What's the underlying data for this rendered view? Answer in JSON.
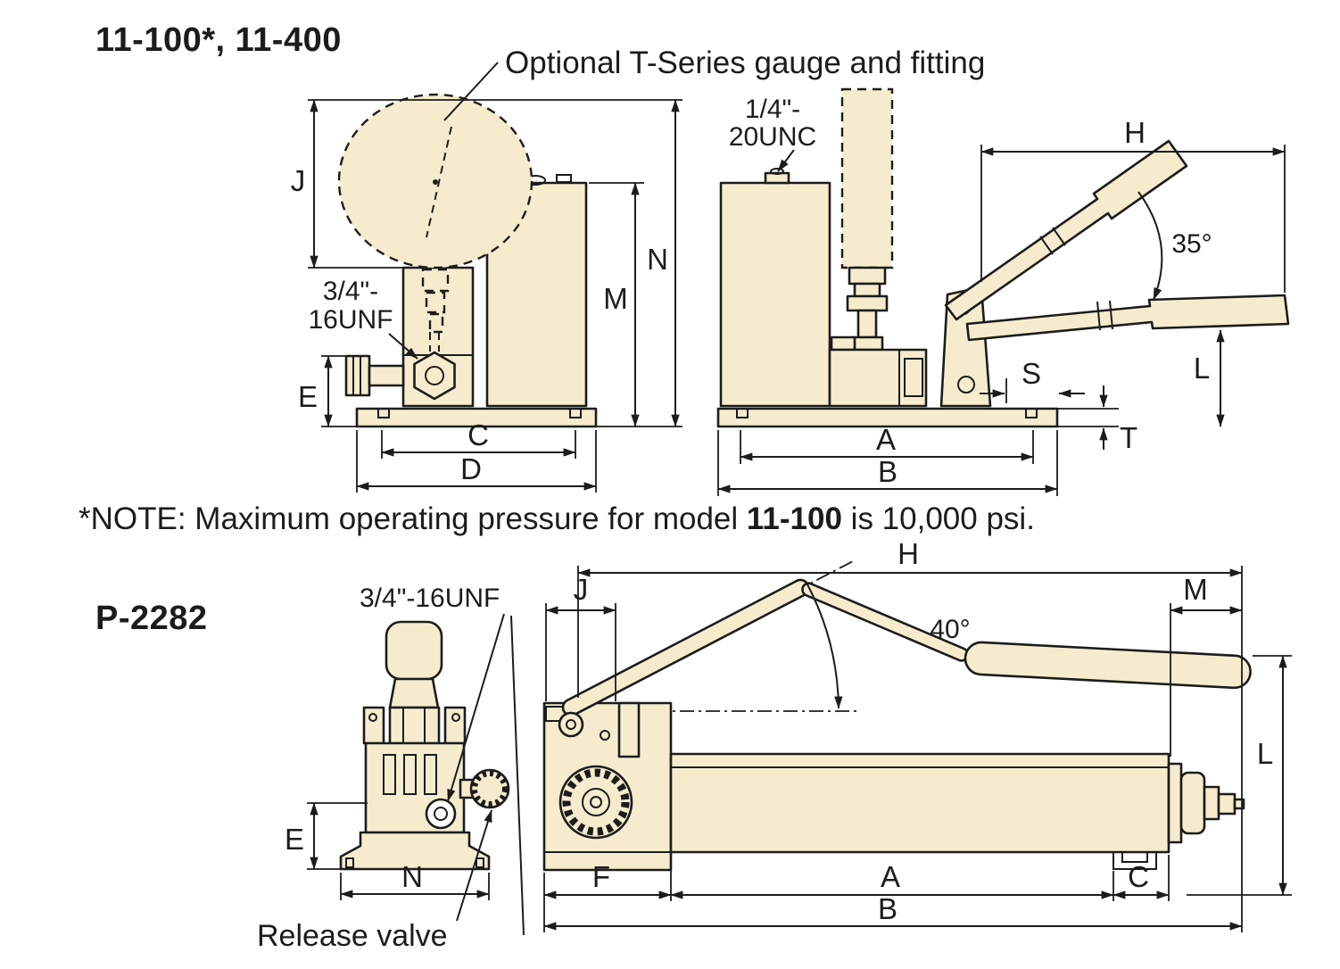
{
  "colors": {
    "background": "#ffffff",
    "part_fill": "#f6eccd",
    "line": "#1c1c1c"
  },
  "top_section": {
    "title": "11-100*, 11-400",
    "gauge_callout": "Optional T-Series gauge and fitting",
    "thread_unc_line1": "1/4\"-",
    "thread_unc_line2": "20UNC",
    "thread_unf_line1": "3/4\"-",
    "thread_unf_line2": "16UNF",
    "handle_angle": "35°",
    "dims": {
      "J": "J",
      "E": "E",
      "C": "C",
      "D": "D",
      "M": "M",
      "N": "N",
      "H": "H",
      "L": "L",
      "S": "S",
      "T": "T",
      "A": "A",
      "B": "B"
    }
  },
  "note": {
    "prefix": "*NOTE: Maximum operating pressure for model ",
    "model": "11-100",
    "suffix": " is 10,000 psi."
  },
  "bottom_section": {
    "title": "P-2282",
    "thread_unf": "3/4\"-16UNF",
    "release_valve_label": "Release valve",
    "handle_angle": "40°",
    "dims": {
      "H": "H",
      "J": "J",
      "M": "M",
      "L": "L",
      "E": "E",
      "N": "N",
      "F": "F",
      "A": "A",
      "C": "C",
      "B": "B"
    }
  }
}
